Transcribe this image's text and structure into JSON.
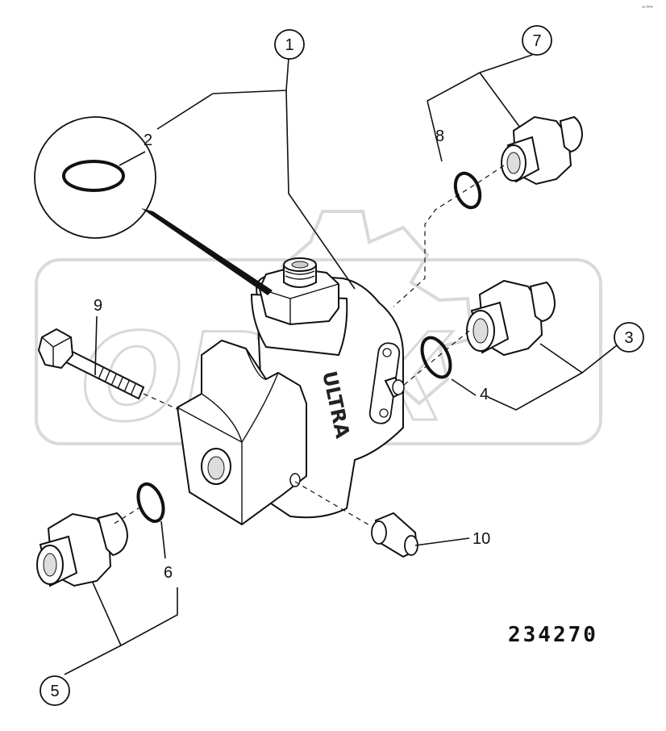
{
  "drawing_number": "234270",
  "body_marking": "ULTRA",
  "watermark_text": "OPEX",
  "corner_mark": "ᵃ˒ʷʷ",
  "callouts": [
    {
      "id": "1",
      "label": "1"
    },
    {
      "id": "2",
      "label": "2"
    },
    {
      "id": "3",
      "label": "3"
    },
    {
      "id": "4",
      "label": "4"
    },
    {
      "id": "5",
      "label": "5"
    },
    {
      "id": "6",
      "label": "6"
    },
    {
      "id": "7",
      "label": "7"
    },
    {
      "id": "8",
      "label": "8"
    },
    {
      "id": "9",
      "label": "9"
    },
    {
      "id": "10",
      "label": "10"
    }
  ]
}
